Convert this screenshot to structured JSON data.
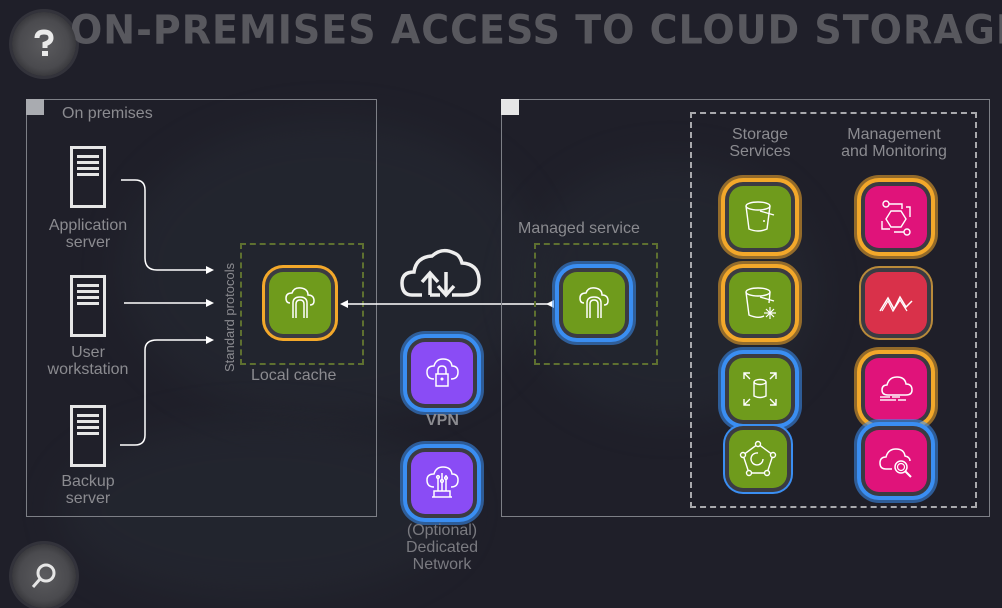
{
  "title": "ON-PREMISES ACCESS TO CLOUD STORAGE",
  "buttons": {
    "help": {
      "icon": "question-icon"
    },
    "search": {
      "icon": "magnifier-icon"
    }
  },
  "on_premises": {
    "label": "On premises",
    "servers": [
      {
        "label_line1": "Application",
        "label_line2": "server"
      },
      {
        "label_line1": "User",
        "label_line2": "workstation"
      },
      {
        "label_line1": "Backup",
        "label_line2": "server"
      }
    ],
    "protocols_label": "Standard protocols",
    "local_cache_label": "Local cache"
  },
  "middle": {
    "transfer_icon": "cloud-upload-download-icon",
    "vpn_label": "VPN",
    "dedicated_line1": "(Optional)",
    "dedicated_line2": "Dedicated",
    "dedicated_line3": "Network"
  },
  "cloud": {
    "managed_service_label": "Managed service",
    "storage_header_line1": "Storage",
    "storage_header_line2": "Services",
    "mgmt_header_line1": "Management",
    "mgmt_header_line2": "and Monitoring"
  },
  "colors": {
    "green": "#6f9b1c",
    "purple": "#8a4cf5",
    "magenta": "#e0137a",
    "red": "#d9314a",
    "orange_glow": "#f3a82a",
    "blue_glow": "#3a8ef2"
  }
}
